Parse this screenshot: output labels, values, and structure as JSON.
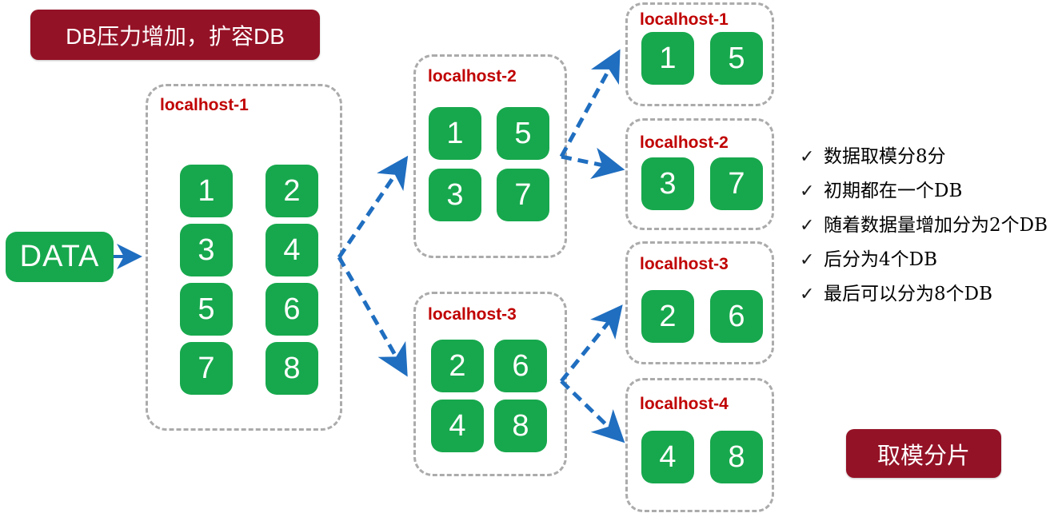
{
  "banners": {
    "top_left": "DB压力增加，扩容DB",
    "bottom_right": "取模分片"
  },
  "data_node": {
    "label": "DATA"
  },
  "stage1": {
    "title": "localhost-1",
    "shards": [
      "1",
      "2",
      "3",
      "4",
      "5",
      "6",
      "7",
      "8"
    ]
  },
  "stage2": [
    {
      "title": "localhost-2",
      "shards": [
        "1",
        "5",
        "3",
        "7"
      ]
    },
    {
      "title": "localhost-3",
      "shards": [
        "2",
        "6",
        "4",
        "8"
      ]
    }
  ],
  "stage3": [
    {
      "title": "localhost-1",
      "shards": [
        "1",
        "5"
      ]
    },
    {
      "title": "localhost-2",
      "shards": [
        "3",
        "7"
      ]
    },
    {
      "title": "localhost-3",
      "shards": [
        "2",
        "6"
      ]
    },
    {
      "title": "localhost-4",
      "shards": [
        "4",
        "8"
      ]
    }
  ],
  "notes": {
    "checkmark": "✓",
    "items": [
      "数据取模分8分",
      "初期都在一个DB",
      "随着数据量增加分为2个DB",
      "后分为4个DB",
      "最后可以分为8个DB"
    ]
  },
  "colors": {
    "shard_green": "#17A84D",
    "banner_dark_red": "#941226",
    "host_label_red": "#C00000",
    "arrow_blue": "#1F6EC0",
    "dashed_border_gray": "#ABABAB",
    "text_black": "#000000",
    "white": "#FFFFFF"
  }
}
